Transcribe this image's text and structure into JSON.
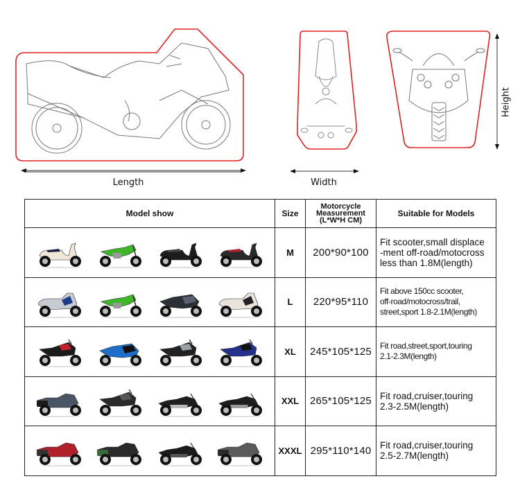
{
  "diagrams": {
    "side_view": {
      "label": "Length",
      "outline_color": "#e02020"
    },
    "top_view": {
      "label": "Width",
      "outline_color": "#e02020"
    },
    "front_view": {
      "label": "Height",
      "outline_color": "#e02020"
    }
  },
  "table": {
    "headers": {
      "model_show": "Model show",
      "size": "Size",
      "measurement_line1": "Motorcycle",
      "measurement_line2": "Measurement",
      "measurement_line3": "(L*W*H CM)",
      "suitable": "Suitable for Models"
    },
    "rows": [
      {
        "size": "M",
        "measurement": "200*90*100",
        "models_line1": "Fit scooter,small displace",
        "models_line2": "-ment off-road/motocross",
        "models_line3": "less than 1.8M(length)",
        "bikes": [
          {
            "type": "scooter",
            "body": "#efe8d8",
            "accent": "#1c2240"
          },
          {
            "type": "dirt",
            "body": "#3fb52a",
            "accent": "#ffffff"
          },
          {
            "type": "scooter",
            "body": "#1d1d1d",
            "accent": "#444444"
          },
          {
            "type": "scooter",
            "body": "#2a2a2a",
            "accent": "#b0202a"
          }
        ]
      },
      {
        "size": "L",
        "measurement": "220*95*110",
        "models_line1": "Fit above 150cc scooter,",
        "models_line2": "off-road/motocross/trail,",
        "models_line3": "street,sport 1.8-2.1M(length)",
        "bikes": [
          {
            "type": "maxi",
            "body": "#c8ccd2",
            "accent": "#1f3a8a"
          },
          {
            "type": "dirt",
            "body": "#3fb52a",
            "accent": "#ffffff"
          },
          {
            "type": "sport",
            "body": "#2b2f36",
            "accent": "#5a6070"
          },
          {
            "type": "maxi",
            "body": "#e8e4dc",
            "accent": "#222222"
          }
        ]
      },
      {
        "size": "XL",
        "measurement": "245*105*125",
        "models_line1": "Fit road,street,sport,touring",
        "models_line2": "2.1-2.3M(length)",
        "models_line3": "",
        "bikes": [
          {
            "type": "adventure",
            "body": "#1b1b1b",
            "accent": "#c0202a"
          },
          {
            "type": "sport",
            "body": "#1e6fc8",
            "accent": "#111111"
          },
          {
            "type": "adventure",
            "body": "#222222",
            "accent": "#9aa0a8"
          },
          {
            "type": "adventure",
            "body": "#24308a",
            "accent": "#111111"
          }
        ]
      },
      {
        "size": "XXL",
        "measurement": "265*105*125",
        "models_line1": "Fit road,cruiser,touring",
        "models_line2": "2.3-2.5M(length)",
        "models_line3": "",
        "bikes": [
          {
            "type": "tourer",
            "body": "#4a5666",
            "accent": "#1a1a1a"
          },
          {
            "type": "adventure",
            "body": "#2a2a2a",
            "accent": "#555555"
          },
          {
            "type": "cruiser",
            "body": "#1e1e1e",
            "accent": "#b8b8b8"
          },
          {
            "type": "cruiser",
            "body": "#1e1e1e",
            "accent": "#9a9a9a"
          }
        ]
      },
      {
        "size": "XXXL",
        "measurement": "295*110*140",
        "models_line1": "Fit road,cruiser,touring",
        "models_line2": "2.5-2.7M(length)",
        "models_line3": "",
        "bikes": [
          {
            "type": "tourer",
            "body": "#b0202a",
            "accent": "#333333"
          },
          {
            "type": "tourer",
            "body": "#2a2a2a",
            "accent": "#3a6a3a"
          },
          {
            "type": "cruiser",
            "body": "#1b1b1b",
            "accent": "#555555"
          },
          {
            "type": "tourer",
            "body": "#5a5a5a",
            "accent": "#2a2a2a"
          }
        ]
      }
    ]
  }
}
